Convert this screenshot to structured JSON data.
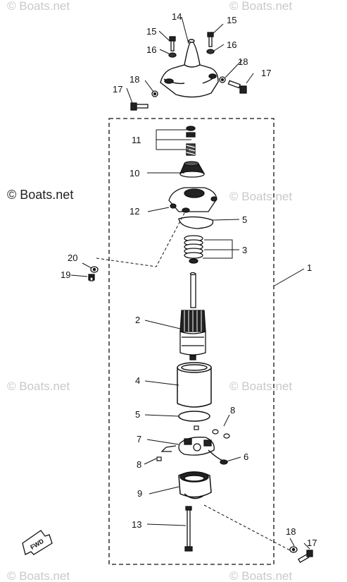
{
  "watermarks": {
    "primary": "© Boats.net",
    "faint": "© Boats.net"
  },
  "callouts": {
    "c1": "1",
    "c2": "2",
    "c3": "3",
    "c4": "4",
    "c5a": "5",
    "c5b": "5",
    "c6": "6",
    "c7": "7",
    "c8a": "8",
    "c8b": "8",
    "c9": "9",
    "c10": "10",
    "c11": "11",
    "c12": "12",
    "c13": "13",
    "c14": "14",
    "c15a": "15",
    "c15b": "15",
    "c16a": "16",
    "c16b": "16",
    "c17a": "17",
    "c17b": "17",
    "c17c": "17",
    "c18a": "18",
    "c18b": "18",
    "c18c": "18",
    "c19": "19",
    "c20": "20"
  },
  "fwd_label": "FWD"
}
